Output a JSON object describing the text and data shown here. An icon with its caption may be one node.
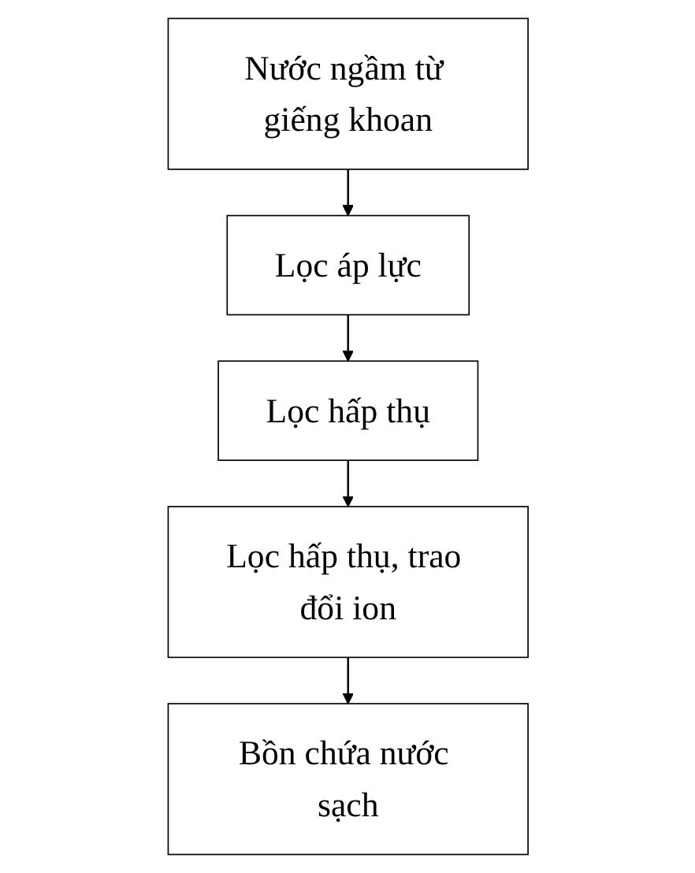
{
  "diagram": {
    "nodes": [
      {
        "text": [
          "Nước ngầm từ giếng khoan"
        ]
      },
      {
        "text": [
          "Lọc áp lực"
        ]
      },
      {
        "text": [
          "Lọc hấp thụ"
        ]
      },
      {
        "text": [
          "Lọc hấp thụ, trao đổi ion"
        ]
      },
      {
        "text": [
          "Bồn chứa nước sạch"
        ]
      }
    ],
    "edges": [
      {
        "from": 0,
        "to": 1,
        "arrow": "to"
      },
      {
        "from": 1,
        "to": 2,
        "arrow": "to"
      },
      {
        "from": 2,
        "to": 3,
        "arrow": "to"
      },
      {
        "from": 3,
        "to": 4,
        "arrow": "to"
      }
    ]
  }
}
